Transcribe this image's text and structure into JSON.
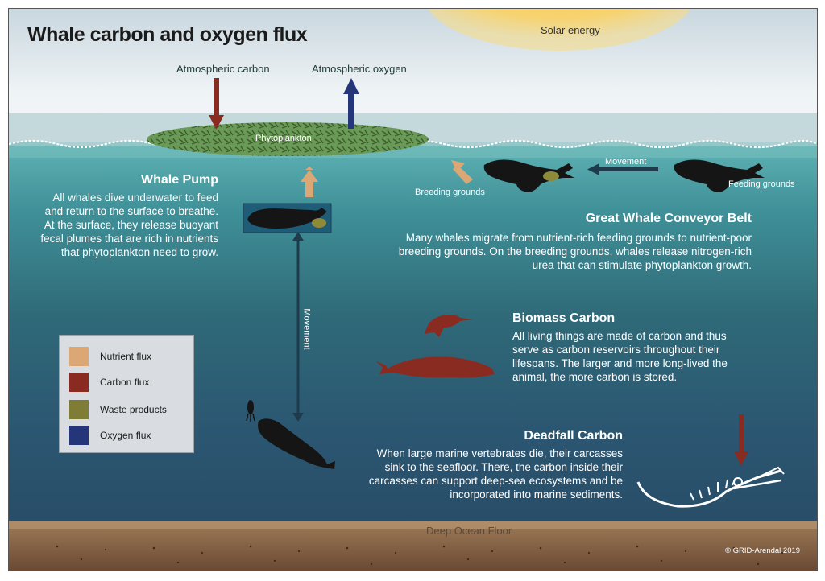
{
  "title": "Whale carbon and oxygen flux",
  "sun_label": "Solar energy",
  "atmospheric_carbon": "Atmospheric carbon",
  "atmospheric_oxygen": "Atmospheric oxygen",
  "phytoplankton_label": "Phytoplankton",
  "whale_pump": {
    "heading": "Whale Pump",
    "text": "All whales dive underwater to feed and return to the surface to breathe. At the surface, they release buoyant fecal plumes that are rich in nutrients that phytoplankton need to grow."
  },
  "conveyor": {
    "heading": "Great Whale Conveyor Belt",
    "text": "Many whales migrate from nutrient-rich feeding grounds to nutrient-poor breeding grounds. On the breeding grounds, whales release nitrogen-rich urea that can stimulate phytoplankton growth.",
    "movement": "Movement",
    "breeding": "Breeding grounds",
    "feeding": "Feeding grounds"
  },
  "biomass": {
    "heading": "Biomass Carbon",
    "text": "All living things are made of carbon and thus serve as carbon reservoirs throughout their lifespans. The larger and more long-lived the animal, the more carbon is stored."
  },
  "deadfall": {
    "heading": "Deadfall Carbon",
    "text": "When large marine vertebrates die, their carcasses sink to the seafloor. There, the carbon inside their carcasses can support deep-sea ecosystems and be incorporated into marine sediments."
  },
  "vertical_movement": "Movement",
  "legend": [
    {
      "label": "Nutrient flux",
      "color": "#dba774"
    },
    {
      "label": "Carbon flux",
      "color": "#8a2b22"
    },
    {
      "label": "Waste products",
      "color": "#7f7d35"
    },
    {
      "label": "Oxygen flux",
      "color": "#24357a"
    }
  ],
  "floor_label": "Deep Ocean Floor",
  "credit": "© GRID-Arendal 2019"
}
